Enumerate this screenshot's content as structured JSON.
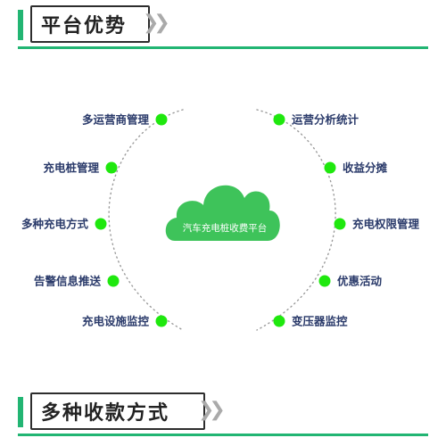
{
  "sections": {
    "top_title": "平台优势",
    "bottom_title": "多种收款方式"
  },
  "center": {
    "label": "汽车充电桩收费平台"
  },
  "features_left": [
    "多运营商管理",
    "充电桩管理",
    "多种充电方式",
    "告警信息推送",
    "充电设施监控"
  ],
  "features_right": [
    "运营分析统计",
    "收益分摊",
    "充电权限管理",
    "优惠活动",
    "变压器监控"
  ],
  "colors": {
    "accent": "#22b573",
    "dot": "#1fe80e",
    "cloud": "#3ec35a",
    "label": "#2a3a6a",
    "arc": "#9a9a9a"
  }
}
